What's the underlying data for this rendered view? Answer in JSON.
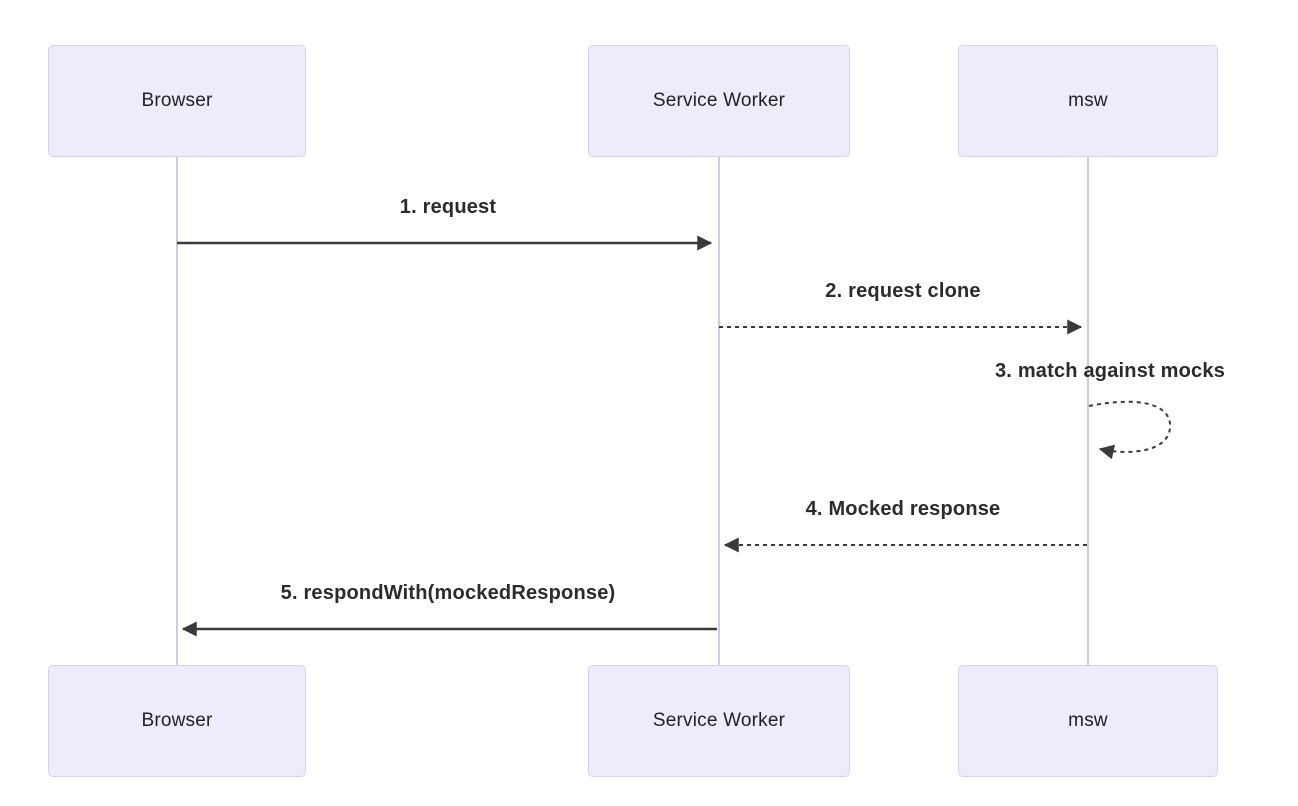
{
  "diagram": {
    "kind": "sequence-diagram",
    "actors": [
      {
        "id": "browser",
        "label": "Browser"
      },
      {
        "id": "service-worker",
        "label": "Service Worker"
      },
      {
        "id": "msw",
        "label": "msw"
      }
    ],
    "messages": [
      {
        "seq": 1,
        "from": "Browser",
        "to": "Service Worker",
        "label": "1. request",
        "line": "solid",
        "direction": "right"
      },
      {
        "seq": 2,
        "from": "Service Worker",
        "to": "msw",
        "label": "2. request clone",
        "line": "dashed",
        "direction": "right"
      },
      {
        "seq": 3,
        "from": "msw",
        "to": "msw",
        "label": "3. match against mocks",
        "line": "dashed",
        "direction": "self-loop"
      },
      {
        "seq": 4,
        "from": "msw",
        "to": "Service Worker",
        "label": "4. Mocked response",
        "line": "dashed",
        "direction": "left"
      },
      {
        "seq": 5,
        "from": "Service Worker",
        "to": "Browser",
        "label": "5. respondWith(mockedResponse)",
        "line": "solid",
        "direction": "left"
      }
    ],
    "colors": {
      "background": "#ffffff",
      "actor_fill": "#ececfa",
      "actor_border": "#d6d2ec",
      "lifeline": "#cdc9e6",
      "arrow": "#3a3a3a",
      "text": "#2b2b2b"
    }
  }
}
